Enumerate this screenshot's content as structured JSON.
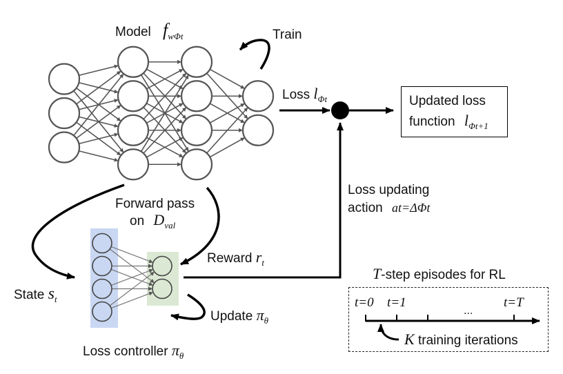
{
  "model": {
    "label": "Model",
    "symbol": "f",
    "symbol_sub": "wΦt",
    "train_label": "Train",
    "layers": [
      3,
      4,
      4,
      2
    ]
  },
  "loss": {
    "label": "Loss",
    "symbol": "l",
    "symbol_sub": "Φt"
  },
  "updated_loss": {
    "line1": "Updated loss",
    "line2": "function",
    "symbol": "l",
    "symbol_sub": "Φt+1"
  },
  "action": {
    "line1": "Loss updating",
    "line2": "action",
    "symbol": "at=ΔΦt"
  },
  "forward_pass": {
    "line1": "Forward pass",
    "line2": "on",
    "symbol": "D",
    "symbol_sub": "val"
  },
  "reward": {
    "label": "Reward",
    "symbol": "r",
    "symbol_sub": "t"
  },
  "state": {
    "label": "State",
    "symbol": "s",
    "symbol_sub": "t"
  },
  "update": {
    "label": "Update",
    "symbol": "π",
    "symbol_sub": "θ"
  },
  "controller": {
    "label": "Loss controller",
    "symbol": "π",
    "symbol_sub": "θ",
    "layers": [
      4,
      2
    ],
    "input_color": "#c9d7f2",
    "output_color": "#dbe8d3"
  },
  "episodes": {
    "title_symbol": "T",
    "title": "-step episodes for RL",
    "ticks": [
      "t=0",
      "t=1",
      "t=T"
    ],
    "ellipsis": "...",
    "k_symbol": "K",
    "k_label": "training iterations"
  }
}
